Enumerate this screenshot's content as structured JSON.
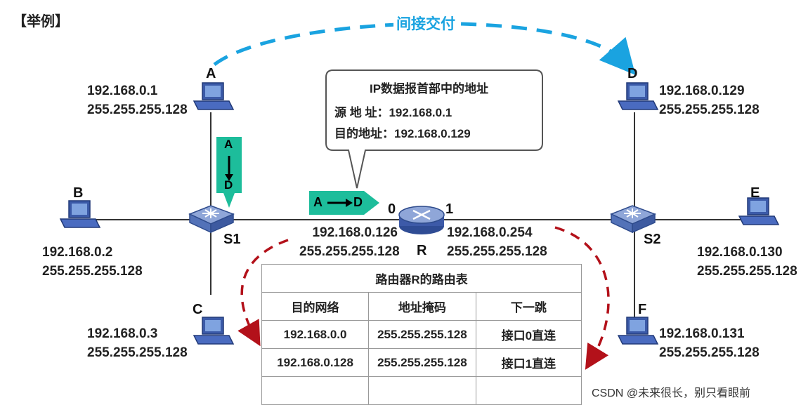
{
  "example_label": "【举例】",
  "indirect_delivery_label": "间接交付",
  "hosts": {
    "A": {
      "name": "A",
      "ip": "192.168.0.1",
      "mask": "255.255.255.128"
    },
    "B": {
      "name": "B",
      "ip": "192.168.0.2",
      "mask": "255.255.255.128"
    },
    "C": {
      "name": "C",
      "ip": "192.168.0.3",
      "mask": "255.255.255.128"
    },
    "D": {
      "name": "D",
      "ip": "192.168.0.129",
      "mask": "255.255.255.128"
    },
    "E": {
      "name": "E",
      "ip": "192.168.0.130",
      "mask": "255.255.255.128"
    },
    "F": {
      "name": "F",
      "ip": "192.168.0.131",
      "mask": "255.255.255.128"
    }
  },
  "switches": {
    "S1": "S1",
    "S2": "S2"
  },
  "router": {
    "name": "R",
    "port0": "0",
    "port1": "1",
    "if0_ip": "192.168.0.126",
    "if0_mask": "255.255.255.128",
    "if1_ip": "192.168.0.254",
    "if1_mask": "255.255.255.128"
  },
  "callout": {
    "title": "IP数据报首部中的地址",
    "src": "源 地 址：192.168.0.1",
    "dst": "目的地址：192.168.0.129"
  },
  "arrows": {
    "vertical_from": "A",
    "vertical_to": "D",
    "horizontal_from": "A",
    "horizontal_to": "D"
  },
  "routing_table": {
    "title": "路由器R的路由表",
    "headers": [
      "目的网络",
      "地址掩码",
      "下一跳"
    ],
    "rows": [
      [
        "192.168.0.0",
        "255.255.255.128",
        "接口0直连"
      ],
      [
        "192.168.0.128",
        "255.255.255.128",
        "接口1直连"
      ],
      [
        "",
        "",
        ""
      ]
    ]
  },
  "watermark": "CSDN @未来很长，别只看眼前",
  "colors": {
    "teal": "#1dbd9b",
    "blue_dash": "#1aa3e0",
    "red_dash": "#b3111a"
  }
}
